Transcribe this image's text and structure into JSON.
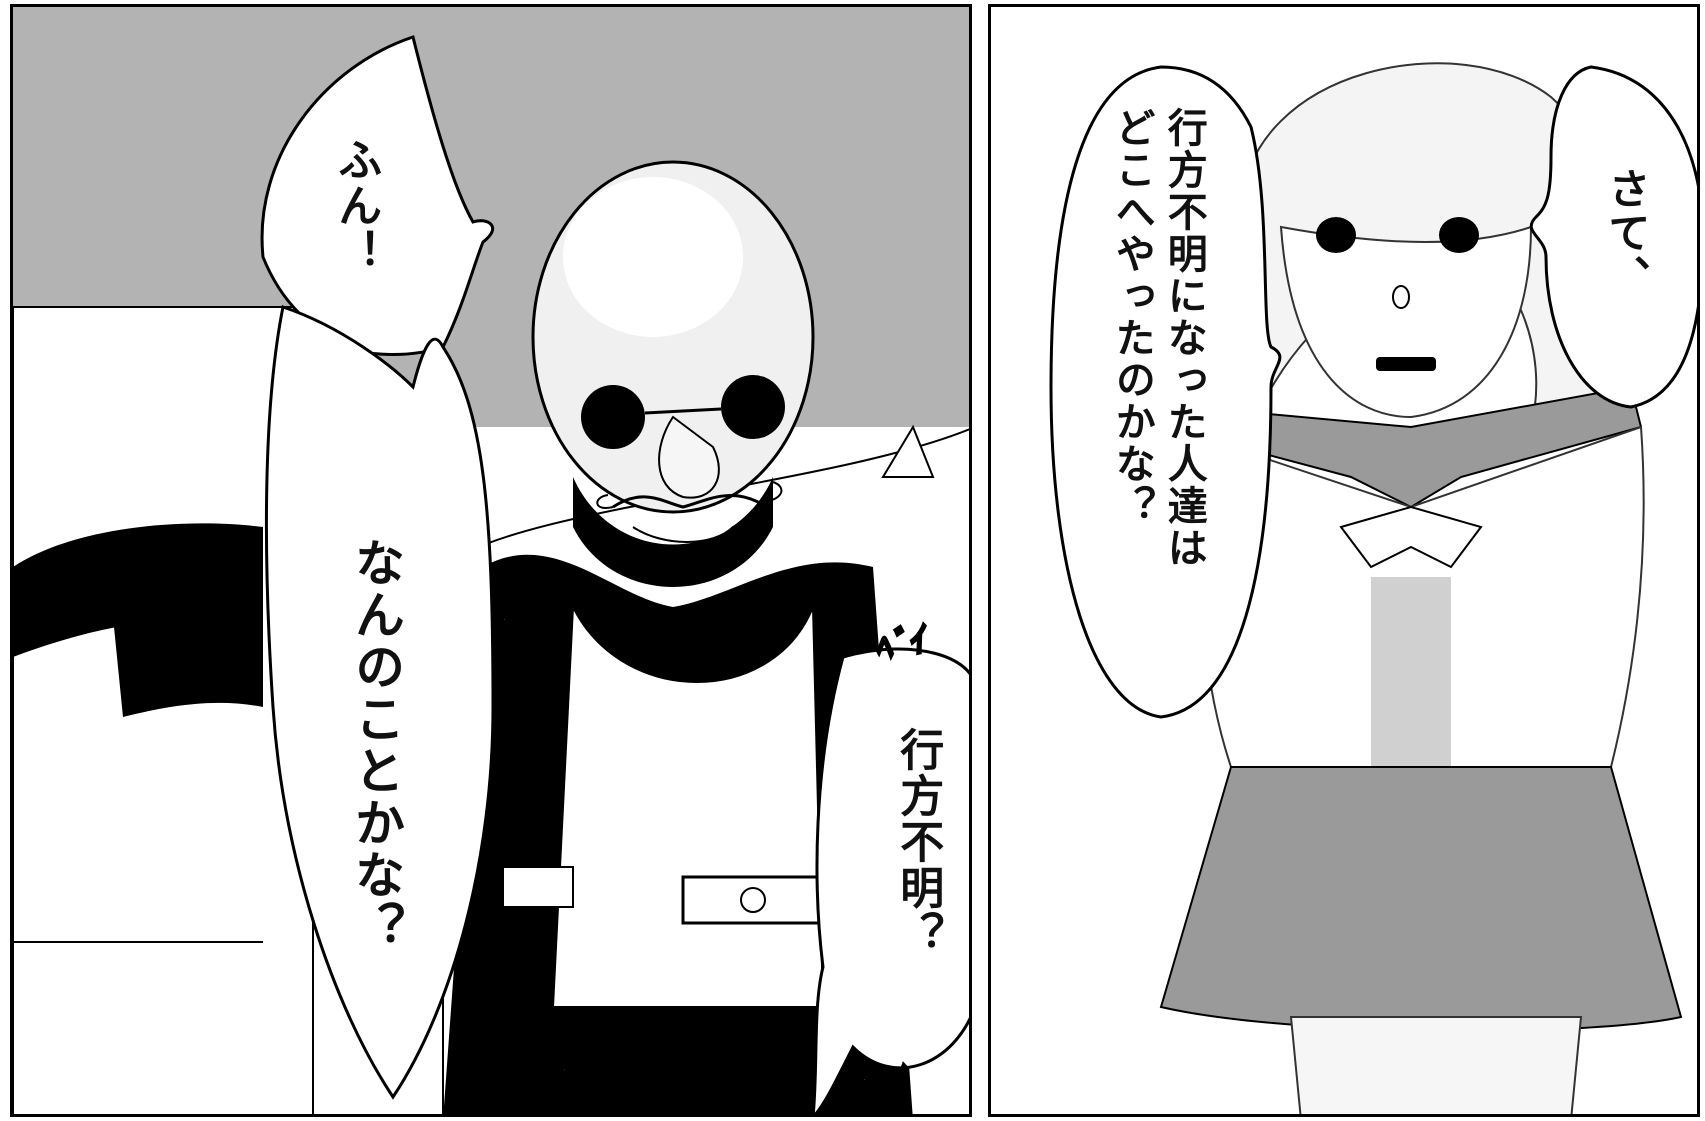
{
  "panel_left": {
    "bubble_top": {
      "text": "ふん！"
    },
    "bubble_bottom": {
      "text": "なんのことかな？"
    },
    "bubble_right": {
      "text": "行方不明？"
    },
    "sfx": [
      "ﾍﾞｲ",
      "ﾍﾞｲ",
      "ﾍﾞｲ",
      "ﾍﾞｲ"
    ]
  },
  "panel_right": {
    "bubble_top": {
      "text": "さて、"
    },
    "bubble_main": {
      "lines": [
        "行方不明になった人達は",
        "どこへやったのかな？"
      ]
    }
  },
  "colors": {
    "ink": "#000000",
    "screentone": "#b3b3b3",
    "skirt": "#9a9a9a",
    "paper": "#ffffff"
  }
}
